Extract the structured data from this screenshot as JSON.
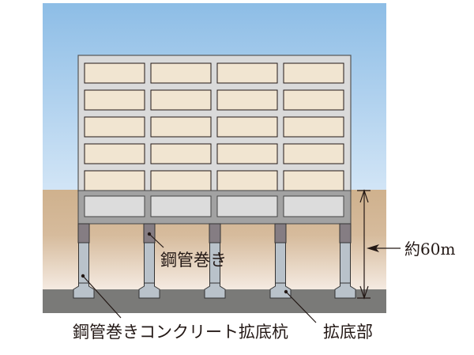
{
  "labels": {
    "steel_wrap": "鋼管巻き",
    "pile": "鋼管巻きコンクリート拡底杭",
    "enlarged_base": "拡底部",
    "depth": "約60m"
  },
  "colors": {
    "sky_top": "#8dbde6",
    "sky_bottom": "#cfe3f5",
    "soil_top": "#cfb18d",
    "soil_bottom": "#f4e8dd",
    "bedrock": "#7a7a78",
    "building": "#d9d9d9",
    "window": "#f1e5d1",
    "base": "#a2a2a2",
    "collar": "#857d83",
    "pile": "#b9c2ca"
  }
}
